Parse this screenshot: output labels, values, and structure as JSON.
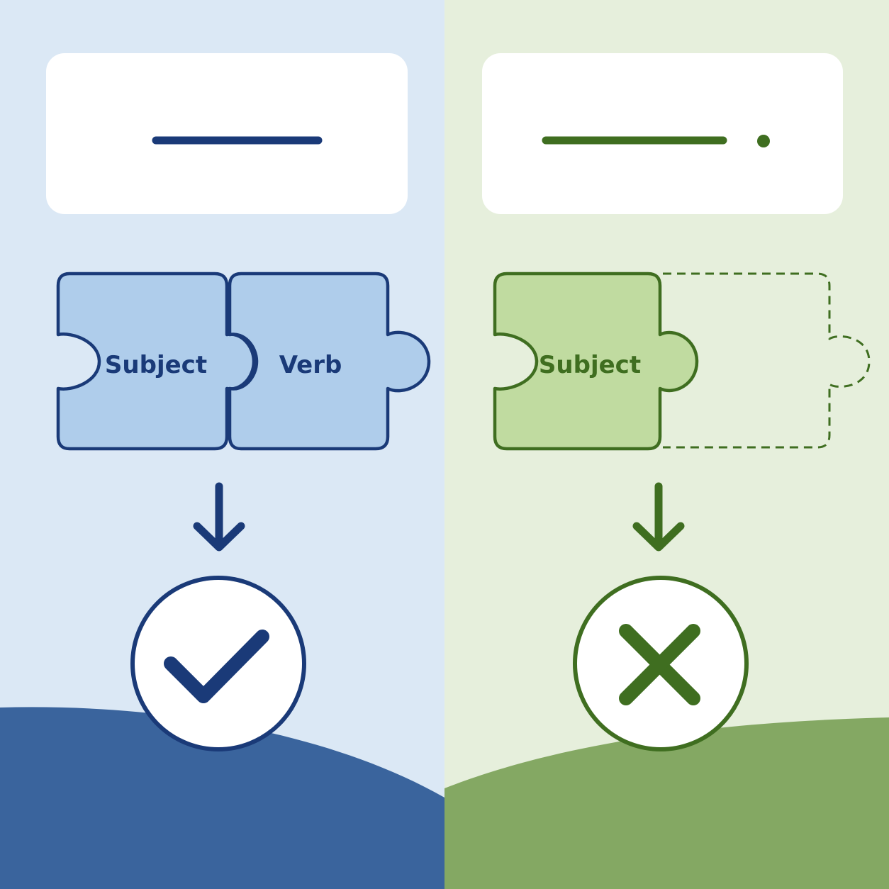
{
  "left_panel": {
    "background": "#dbe8f5",
    "hill_color": "#3a649d",
    "accent": "#1a3a78",
    "piece_fill": "#afcdeb",
    "pieces": [
      {
        "label": "Subject"
      },
      {
        "label": "Verb"
      }
    ],
    "result": "check-icon"
  },
  "right_panel": {
    "background": "#e6efdc",
    "hill_color": "#84a863",
    "accent": "#3f6e20",
    "piece_fill": "#c0dba0",
    "pieces": [
      {
        "label": "Subject"
      },
      {
        "label": ""
      }
    ],
    "missing_piece": true,
    "result": "cross-icon"
  }
}
